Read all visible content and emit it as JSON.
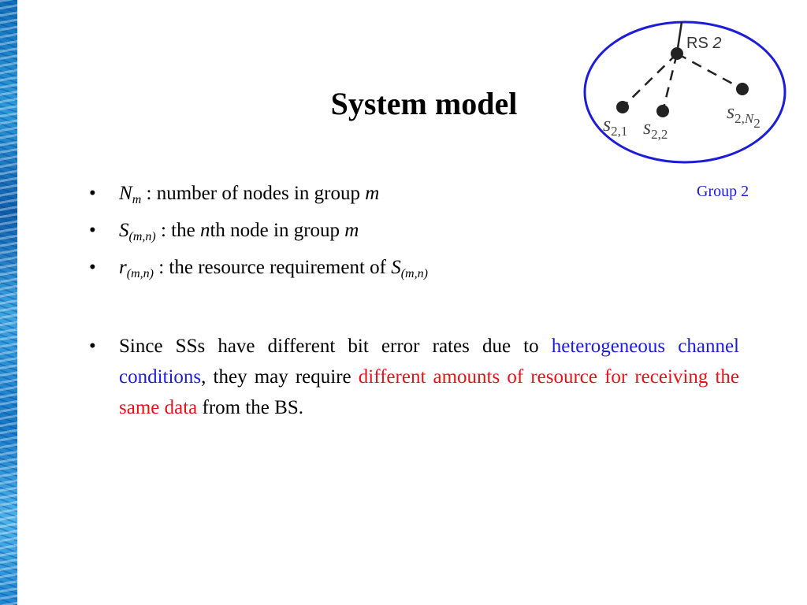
{
  "slide": {
    "title": "System model"
  },
  "diagram": {
    "relay_label": "RS ",
    "relay_number": "2",
    "node_1": {
      "base": "s",
      "sub": "2,1"
    },
    "node_2": {
      "base": "s",
      "sub": "2,2"
    },
    "node_3": {
      "base": "s",
      "sub": "2,",
      "subsub_base": "N",
      "subsub": "2"
    },
    "group_label": "Group 2"
  },
  "bullets": [
    {
      "sym": "N",
      "sub": "m",
      "text": " : number of nodes in group ",
      "var": "m"
    },
    {
      "sym": "S",
      "sub": "(m,n)",
      "text_a": " : the ",
      "var_n": "n",
      "text_b": "th node in group ",
      "var": "m"
    },
    {
      "sym": "r",
      "sub": "(m,n)",
      "text": " : the resource requirement of ",
      "sym2": "S",
      "sub2": "(m,n)"
    }
  ],
  "paragraph": {
    "part1": "Since SSs have different bit error rates due to ",
    "blue": "heterogeneous channel conditions",
    "part2": ", they may require ",
    "red": "different amounts of resource for receiving the same data",
    "part3": " from the BS."
  },
  "colors": {
    "accent_blue": "#1c1cd9",
    "accent_red": "#e8111a",
    "left_bar": "#1478c4"
  }
}
